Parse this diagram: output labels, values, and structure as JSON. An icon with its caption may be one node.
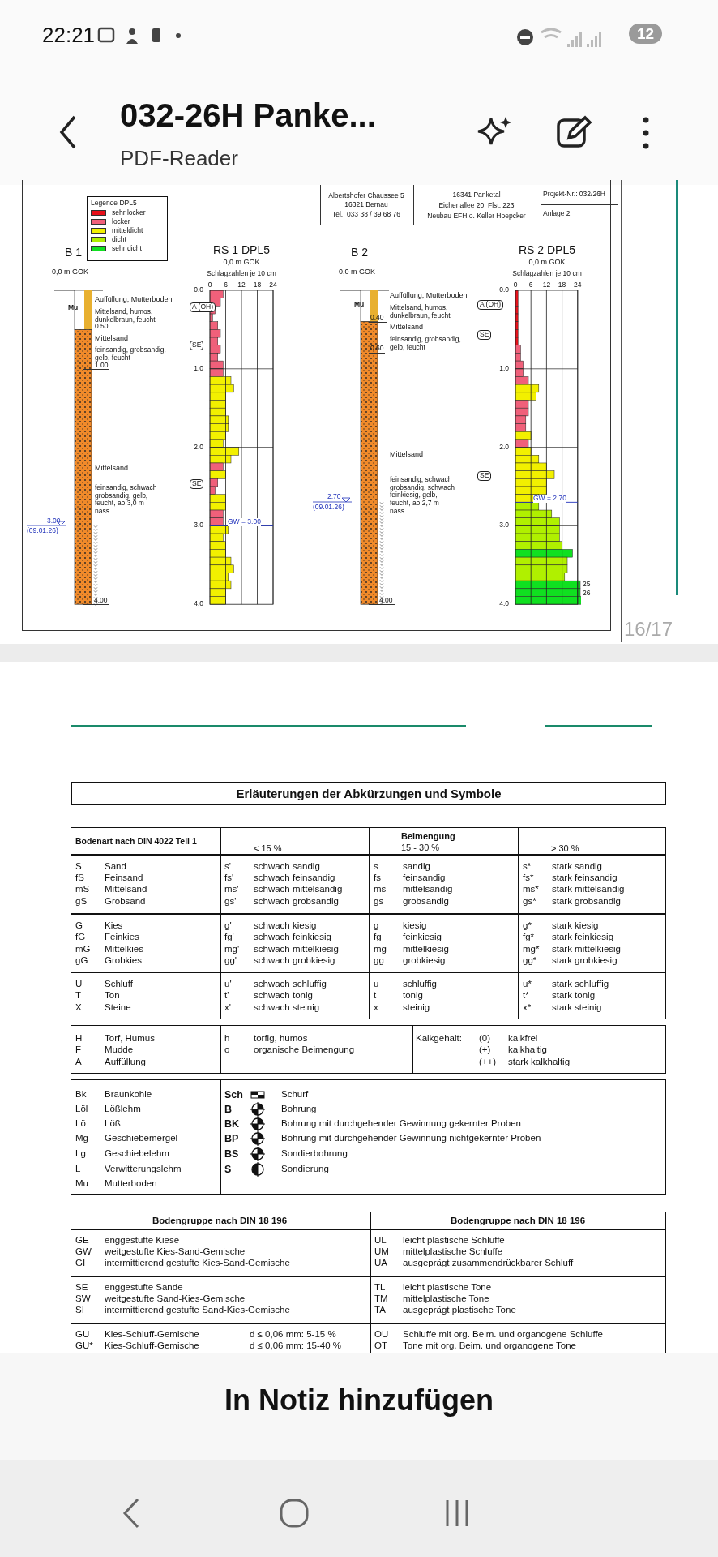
{
  "diagram": {
    "labels": [
      "22:21",
      "12",
      "032-26H Panke...",
      "PDF-Reader",
      "Albertshofer Chaussee 5",
      "16321 Bernau",
      "Tel.: 033 38 / 39 68 76",
      "16341 Panketal",
      "Eichenallee 20, Flst. 223",
      "Neubau EFH o. Keller Hoepcker",
      "Projekt-Nr.: 032/26H",
      "Anlage 2",
      "Legende DPL5",
      "B 1",
      "0,0 m GOK",
      "Mu",
      "Auffüllung, Mutterboden",
      "Mittelsand, humos, dunkelbraun, feucht",
      "0.50",
      "Mittelsand",
      "feinsandig, grobsandig, gelb, feucht",
      "1.00",
      "Mittelsand",
      "feinsandig, schwach grobsandig, gelb, feucht, ab 3,0 m nass",
      "3.00",
      "(09.01.26)",
      "4.00",
      "RS 1 DPL5",
      "0,0 m GOK",
      "Schlagzahlen je 10 cm",
      "0",
      "6",
      "12",
      "18",
      "24",
      "0.0",
      "1.0",
      "2.0",
      "3.0",
      "4.0",
      "A (OH)",
      "SE",
      "SE",
      "GW = 3.00",
      "B 2",
      "0,0 m GOK",
      "Mu",
      "Auffüllung, Mutterboden",
      "Mittelsand, humos, dunkelbraun, feucht",
      "0.40",
      "Mittelsand",
      "feinsandig, grobsandig, gelb, feucht",
      "0.60",
      "Mittelsand",
      "feinsandig, schwach grobsandig, schwach feinkiesig, gelb, feucht, ab 2,7 m nass",
      "2.70",
      "(09.01.26)",
      "4.00",
      "RS 2 DPL5",
      "0,0 m GOK",
      "Schlagzahlen je 10 cm",
      "0",
      "6",
      "12",
      "18",
      "24",
      "0.0",
      "1.0",
      "2.0",
      "3.0",
      "4.0",
      "A (OH)",
      "SE",
      "SE",
      "GW = 2.70",
      "25",
      "26",
      "16/17",
      "Erläuterungen der Abkürzungen und Symbole",
      "Bodenart nach DIN 4022 Teil 1",
      "< 15 %",
      "Beimengung",
      "15 - 30 %",
      "> 30 %",
      "S",
      "Sand",
      "s'",
      "schwach sandig",
      "s",
      "sandig",
      "s*",
      "stark sandig",
      "fS",
      "Feinsand",
      "fs'",
      "schwach feinsandig",
      "fs",
      "feinsandig",
      "fs*",
      "stark feinsandig",
      "mS",
      "Mittelsand",
      "ms'",
      "schwach mittelsandig",
      "ms",
      "mittelsandig",
      "ms*",
      "stark mittelsandig",
      "gS",
      "Grobsand",
      "gs'",
      "schwach grobsandig",
      "gs",
      "grobsandig",
      "gs*",
      "stark grobsandig",
      "G",
      "Kies",
      "g'",
      "schwach kiesig",
      "g",
      "kiesig",
      "g*",
      "stark kiesig",
      "fG",
      "Feinkies",
      "fg'",
      "schwach feinkiesig",
      "fg",
      "feinkiesig",
      "fg*",
      "stark feinkiesig",
      "mG",
      "Mittelkies",
      "mg'",
      "schwach mittelkiesig",
      "mg",
      "mittelkiesig",
      "mg*",
      "stark mittelkiesig",
      "gG",
      "Grobkies",
      "gg'",
      "schwach grobkiesig",
      "gg",
      "grobkiesig",
      "gg*",
      "stark grobkiesig",
      "U",
      "Schluff",
      "u'",
      "schwach schluffig",
      "u",
      "schluffig",
      "u*",
      "stark schluffig",
      "T",
      "Ton",
      "t'",
      "schwach tonig",
      "t",
      "tonig",
      "t*",
      "stark tonig",
      "X",
      "Steine",
      "x'",
      "schwach steinig",
      "x",
      "steinig",
      "x*",
      "stark steinig",
      "H",
      "Torf, Humus",
      "h",
      "torfig, humos",
      "Kalkgehalt:",
      "(0)",
      "kalkfrei",
      "F",
      "Mudde",
      "o",
      "organische Beimengung",
      "(+)",
      "kalkhaltig",
      "A",
      "Auffüllung",
      "(++)",
      "stark kalkhaltig",
      "Bk",
      "Braunkohle",
      "Sch",
      "Schurf",
      "Löl",
      "Lößlehm",
      "B",
      "Bohrung",
      "Lö",
      "Löß",
      "BK",
      "Bohrung mit durchgehender Gewinnung gekernter Proben",
      "Mg",
      "Geschiebemergel",
      "BP",
      "Bohrung mit durchgehender Gewinnung nichtgekernter Proben",
      "Lg",
      "Geschiebelehm",
      "BS",
      "Sondierbohrung",
      "L",
      "Verwitterungslehm",
      "S",
      "Sondierung",
      "Mu",
      "Mutterboden",
      "Bodengruppe nach DIN 18 196",
      "Bodengruppe nach DIN 18 196",
      "GE",
      "enggestufte Kiese",
      "UL",
      "leicht plastische Schluffe",
      "GW",
      "weitgestufte Kies-Sand-Gemische",
      "UM",
      "mittelplastische Schluffe",
      "GI",
      "intermittierend gestufte Kies-Sand-Gemische",
      "UA",
      "ausgeprägt zusammendrückbarer Schluff",
      "SE",
      "enggestufte Sande",
      "TL",
      "leicht plastische Tone",
      "SW",
      "weitgestufte Sand-Kies-Gemische",
      "TM",
      "mittelplastische Tone",
      "SI",
      "intermittierend gestufte Sand-Kies-Gemische",
      "TA",
      "ausgeprägt plastische Tone",
      "GU",
      "Kies-Schluff-Gemische",
      "d ≤ 0,06 mm: 5-15 %",
      "OU",
      "Schluffe mit org. Beim. und organogene Schluffe",
      "GU*",
      "Kies-Schluff-Gemische",
      "d ≤ 0,06 mm: 15-40 %",
      "OT",
      "Tone mit org. Beim. und organogene Tone",
      "In Notiz hinzufügen"
    ],
    "legend": [
      {
        "text": "sehr locker",
        "color": "#e8101a"
      },
      {
        "text": "locker",
        "color": "#f0607a"
      },
      {
        "text": "mitteldicht",
        "color": "#f2f000"
      },
      {
        "text": "dicht",
        "color": "#b0f000"
      },
      {
        "text": "sehr dicht",
        "color": "#10e020"
      }
    ]
  }
}
